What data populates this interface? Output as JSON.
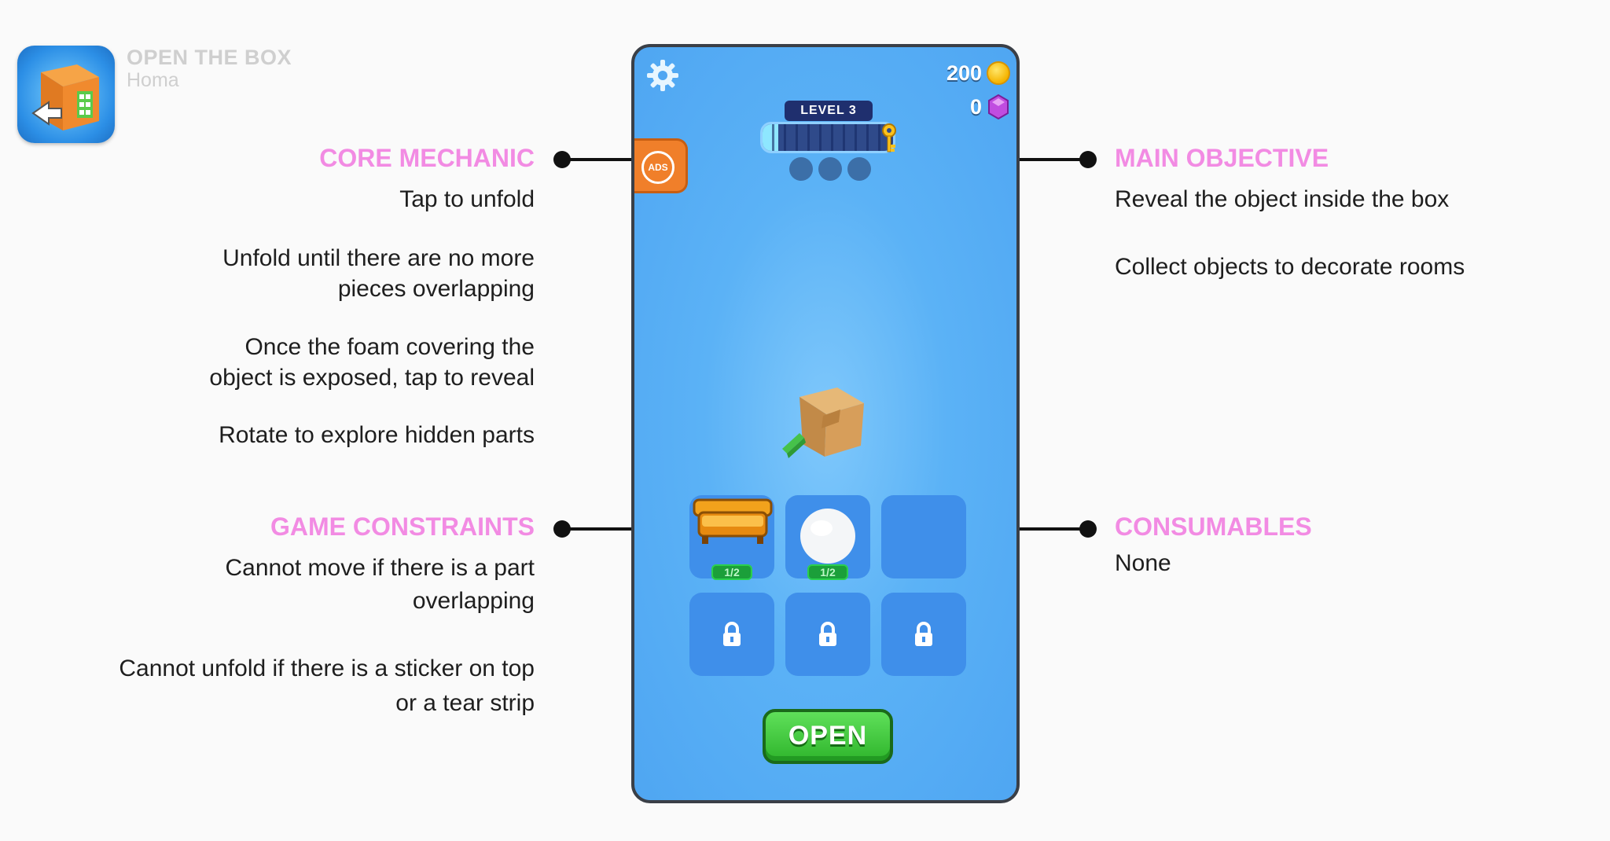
{
  "app": {
    "name": "OPEN THE BOX",
    "developer": "Homa"
  },
  "left_sections": {
    "core_mechanic": {
      "heading": "CORE MECHANIC",
      "notes": [
        "Tap to unfold",
        "Unfold until there are no more\npieces overlapping",
        "Once the foam covering the\nobject is exposed, tap to reveal",
        "Rotate to explore hidden parts"
      ]
    },
    "game_constraints": {
      "heading": "GAME CONSTRAINTS",
      "notes": [
        "Cannot move if there is a part\noverlapping",
        "Cannot unfold if there is a sticker on top\nor a tear strip"
      ]
    }
  },
  "right_sections": {
    "main_objective": {
      "heading": "MAIN OBJECTIVE",
      "notes": [
        "Reveal the object inside the box",
        "Collect objects to decorate rooms"
      ]
    },
    "consumables": {
      "heading": "CONSUMABLES",
      "notes": [
        "None"
      ]
    }
  },
  "game": {
    "coins": "200",
    "gems": "0",
    "level_label": "LEVEL 3",
    "progress_fraction": 0.12,
    "stage_dots": 3,
    "ads_label": "ADS",
    "slots": [
      {
        "state": "item",
        "item": "sofa",
        "badge": "1/2"
      },
      {
        "state": "item",
        "item": "ball",
        "badge": "1/2"
      },
      {
        "state": "empty"
      },
      {
        "state": "locked"
      },
      {
        "state": "locked"
      },
      {
        "state": "locked"
      }
    ],
    "open_label": "OPEN"
  },
  "colors": {
    "heading_pink": "#f28be3",
    "phone_blue": "#5bb2f6",
    "open_green": "#2fb52c"
  }
}
